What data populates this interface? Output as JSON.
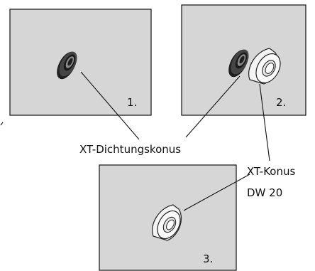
{
  "panels": [
    {
      "step_label": "1."
    },
    {
      "step_label": "2."
    },
    {
      "step_label": "3."
    }
  ],
  "labels": {
    "dichtungskonus": "XT-Dichtungskonus",
    "konus": "XT-Konus",
    "dw": "DW 20"
  },
  "colors": {
    "panel_fill": "#d6d6d6",
    "panel_stroke": "#222222",
    "dark_part": "#3a3a3a",
    "light_part": "#f2f2f2"
  }
}
